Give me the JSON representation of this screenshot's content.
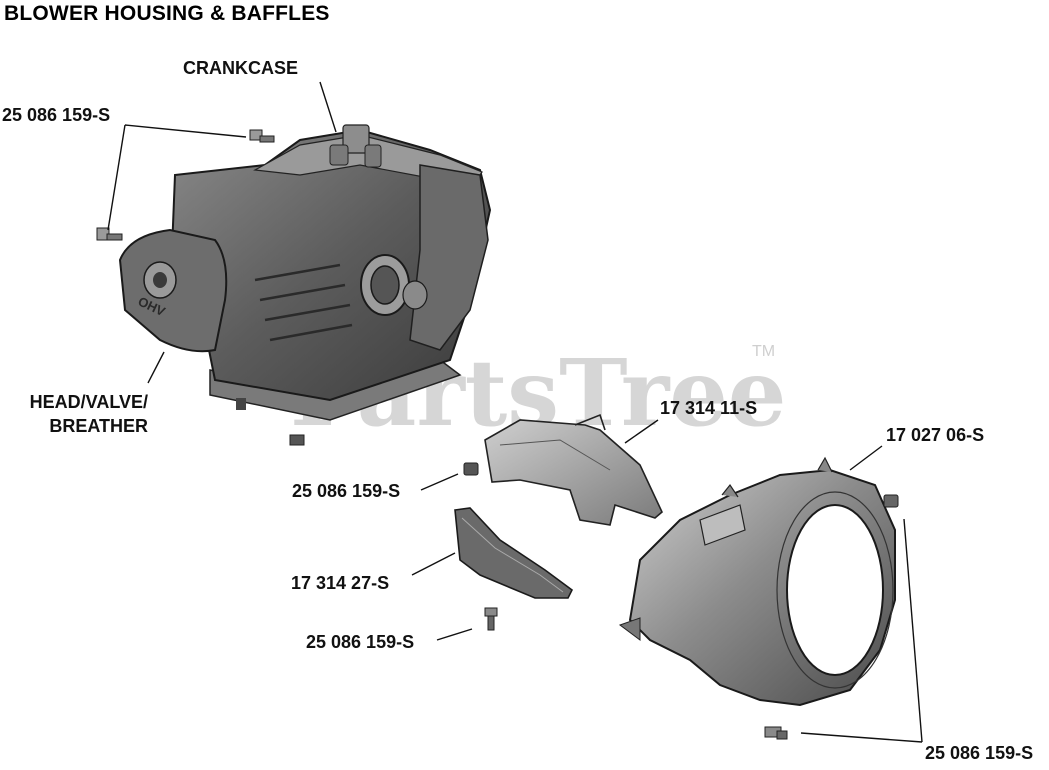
{
  "title": "BLOWER HOUSING & BAFFLES",
  "watermark": {
    "text": "PartsTree",
    "trademark": "TM"
  },
  "labels": {
    "crankcase": "CRANKCASE",
    "bolt_top_left": "25 086 159-S",
    "head_line1": "HEAD/VALVE/",
    "head_line2": "BREATHER",
    "baffle_upper": "17 314 11-S",
    "blower_housing": "17 027 06-S",
    "bolt_mid": "25 086 159-S",
    "baffle_lower": "17 314 27-S",
    "bolt_lower": "25 086 159-S",
    "bolt_bottom_right": "25 086 159-S"
  },
  "engine_logo": "OHV"
}
